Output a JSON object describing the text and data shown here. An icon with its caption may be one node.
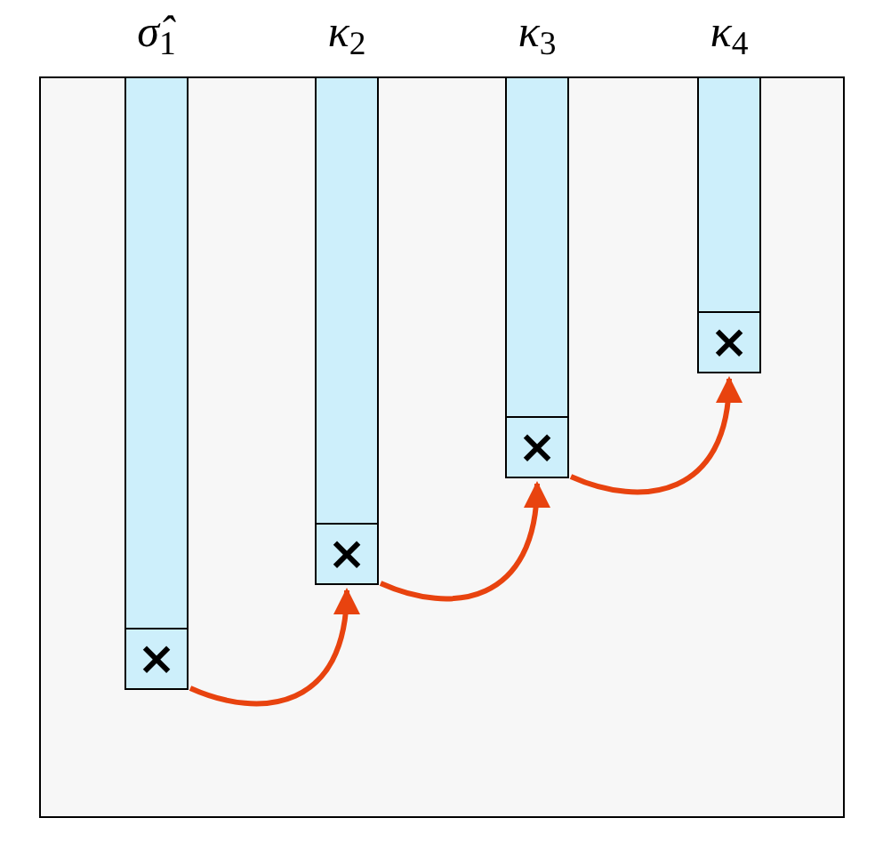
{
  "diagram": {
    "nodes": [
      {
        "text": [],
        "shape": "box"
      },
      {
        "text": [
          "σ̂$_{1}$"
        ],
        "in": 0
      },
      {
        "text": [
          "×"
        ],
        "in": 1
      },
      {
        "text": [
          "κ$_{2}$"
        ],
        "in": 0
      },
      {
        "text": [
          "×"
        ],
        "in": 3
      },
      {
        "text": [
          "κ$_{3}$"
        ],
        "in": 0
      },
      {
        "text": [
          "×"
        ],
        "in": 5
      },
      {
        "text": [
          "κ$_{4}$"
        ],
        "in": 0
      },
      {
        "text": [
          "×"
        ],
        "in": 7
      }
    ],
    "edges": [
      {
        "from": 2,
        "to": 4,
        "arrow": "to",
        "color": "#e8430f"
      },
      {
        "from": 4,
        "to": 6,
        "arrow": "to",
        "color": "#e8430f"
      },
      {
        "from": 6,
        "to": 8,
        "arrow": "to",
        "color": "#e8430f"
      }
    ]
  }
}
